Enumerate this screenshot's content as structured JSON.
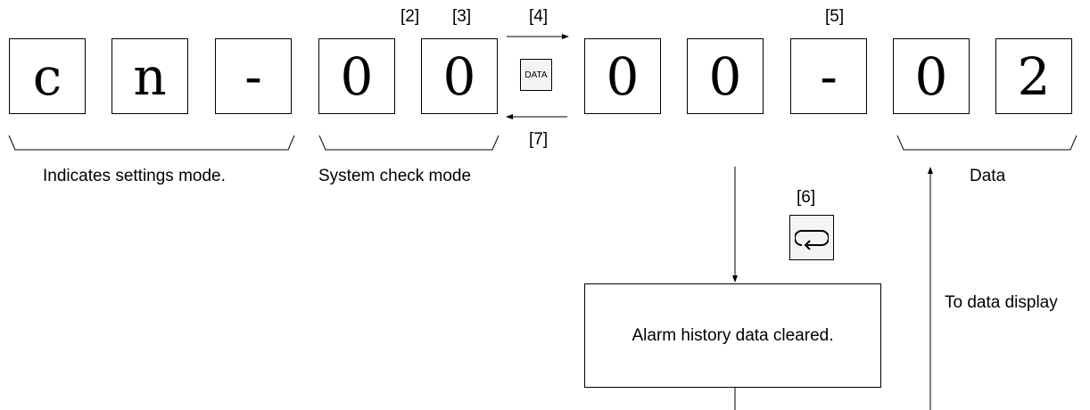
{
  "display": {
    "mode_chars": [
      "c",
      "n",
      "-"
    ],
    "check_chars": [
      "0",
      "0"
    ],
    "data_chars": [
      "0",
      "0",
      "-",
      "0",
      "2"
    ]
  },
  "labels": {
    "settings_mode": "Indicates settings mode.",
    "system_check_mode": "System check mode",
    "data": "Data",
    "to_data_display": "To data display"
  },
  "steps": {
    "s2": "[2]",
    "s3": "[3]",
    "s4": "[4]",
    "s5": "[5]",
    "s6": "[6]",
    "s7": "[7]"
  },
  "keys": {
    "data_key": "DATA",
    "enter_key_icon": "enter-return-icon"
  },
  "process": {
    "alarm_cleared": "Alarm history data cleared."
  }
}
